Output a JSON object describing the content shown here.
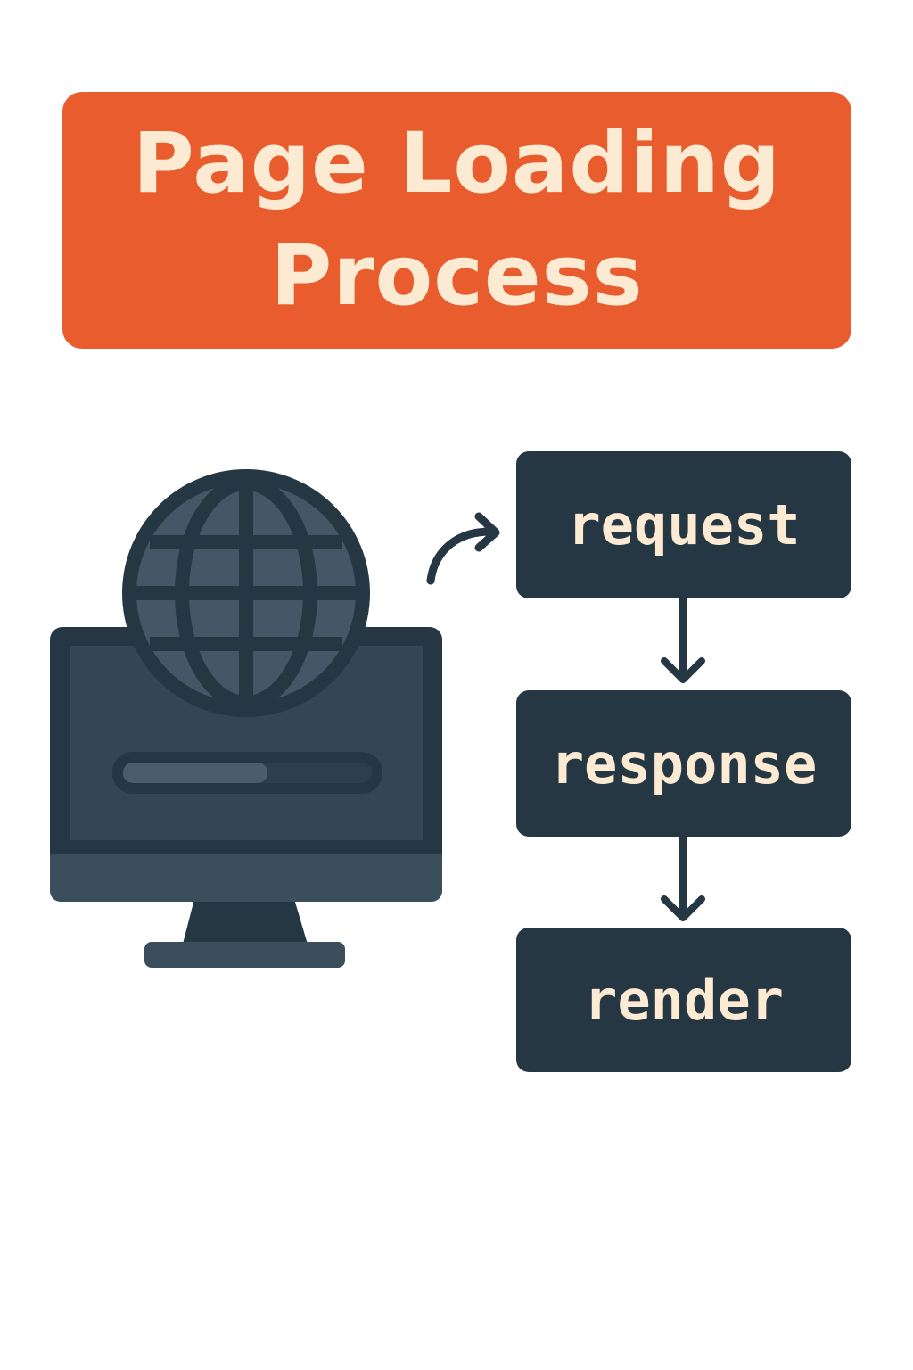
{
  "title": {
    "line1": "Page Loading",
    "line2": "Process"
  },
  "steps": [
    {
      "label": "request"
    },
    {
      "label": "response"
    },
    {
      "label": "render"
    }
  ],
  "icons": {
    "computer": "desktop-monitor-icon",
    "globe": "globe-icon",
    "loading_bar": "progress-bar",
    "flow_arrow": "curved-arrow-icon",
    "step_arrow": "down-arrow-icon"
  },
  "loading_progress": 0.58,
  "colors": {
    "banner": "#E85C2E",
    "title_text": "#FCEBD2",
    "box": "#243743",
    "box_text": "#FCEBD2",
    "dark": "#243743",
    "screen": "#324654",
    "globe_fill": "#445766",
    "stand": "#3A4E5C",
    "bar_fill": "#4A5D6B"
  }
}
